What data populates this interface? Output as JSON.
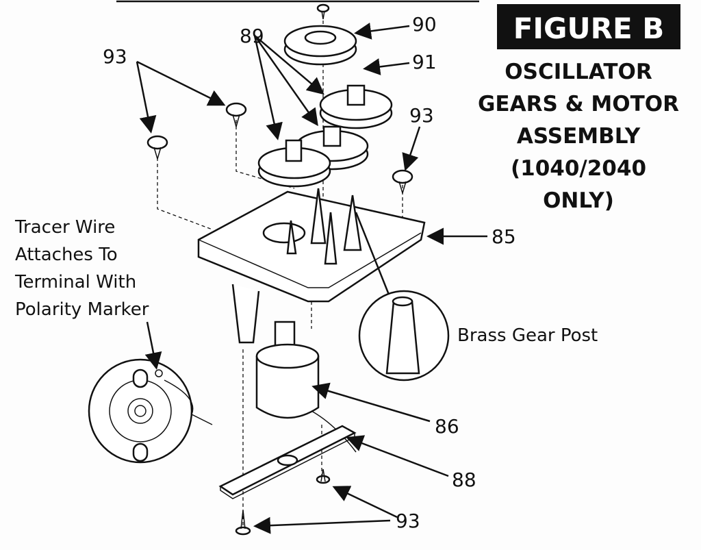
{
  "figure": {
    "badge": "FIGURE B",
    "title_lines": [
      "OSCILLATOR",
      "GEARS & MOTOR",
      "ASSEMBLY",
      "(1040/2040",
      "ONLY)"
    ]
  },
  "callouts": {
    "c89": "89",
    "c90": "90",
    "c91": "91",
    "c93_left": "93",
    "c93_right": "93",
    "c93_bottom": "93",
    "c85": "85",
    "c86": "86",
    "c88": "88"
  },
  "notes": {
    "tracer": [
      "Tracer Wire",
      "Attaches To",
      "Terminal With",
      "Polarity Marker"
    ],
    "brass": "Brass Gear Post"
  }
}
